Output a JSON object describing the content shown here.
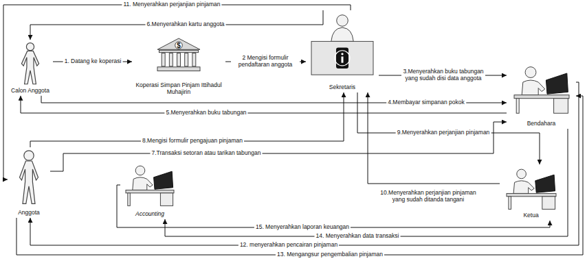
{
  "diagram": {
    "nodes": [
      {
        "text": [
          "Calon Anggota"
        ]
      },
      {
        "text": [
          "Koperasi Simpan Pinjam Ittihadul Muhajirin"
        ]
      },
      {
        "text": [
          "Sekretaris"
        ]
      },
      {
        "text": [
          "Bendahara"
        ]
      },
      {
        "text": [
          "Anggota"
        ]
      },
      {
        "text": [
          "Accounting"
        ]
      },
      {
        "text": [
          "Ketua"
        ]
      }
    ],
    "edges": [
      {
        "from": 0,
        "to": 1,
        "arrow": "to",
        "label": "1. Datang ke koperasi"
      },
      {
        "from": 1,
        "to": 2,
        "arrow": "to",
        "label": "2 Mengisi formulir pendaftaran anggota"
      },
      {
        "from": 2,
        "to": 3,
        "arrow": "to",
        "label": "3.Menyerahkan buku tabungan yang sudah disi data anggota"
      },
      {
        "from": 0,
        "to": 3,
        "arrow": "to",
        "label": "4.Membayar simpanan pokok"
      },
      {
        "from": 3,
        "to": 0,
        "arrow": "to",
        "label": "5.Menyerahkan buku tabungan"
      },
      {
        "from": 2,
        "to": 0,
        "arrow": "to",
        "label": "6.Menyerahkan kartu anggota"
      },
      {
        "from": 4,
        "to": 3,
        "arrow": "to",
        "label": "7.Transaksi setoran atau tarikan tabungan"
      },
      {
        "from": 4,
        "to": 2,
        "arrow": "to",
        "label": "8.Mengisi formulir pengajuan pinjaman"
      },
      {
        "from": 2,
        "to": 6,
        "arrow": "to",
        "label": "9.Menyerahkan perjanjian pinjaman"
      },
      {
        "from": 6,
        "to": 2,
        "arrow": "to",
        "label": "10.Menyerahkan perjanjian pinjaman yang sudah ditanda tangani"
      },
      {
        "from": 2,
        "to": 4,
        "arrow": "to",
        "label": "11. Menyerahkan perjanjian pinjaman"
      },
      {
        "from": 3,
        "to": 4,
        "arrow": "to",
        "label": "12. menyerahkan pencairan pinjaman"
      },
      {
        "from": 4,
        "to": 3,
        "arrow": "to",
        "label": "13. Mengangsur pengembalian pinjaman"
      },
      {
        "from": 3,
        "to": 5,
        "arrow": "to",
        "label": "14. Menyerahkan data transaksi"
      },
      {
        "from": 5,
        "to": 6,
        "arrow": "to",
        "label": "15. Menyerahkan laporan keuangan"
      }
    ],
    "labels": [
      "$"
    ]
  }
}
